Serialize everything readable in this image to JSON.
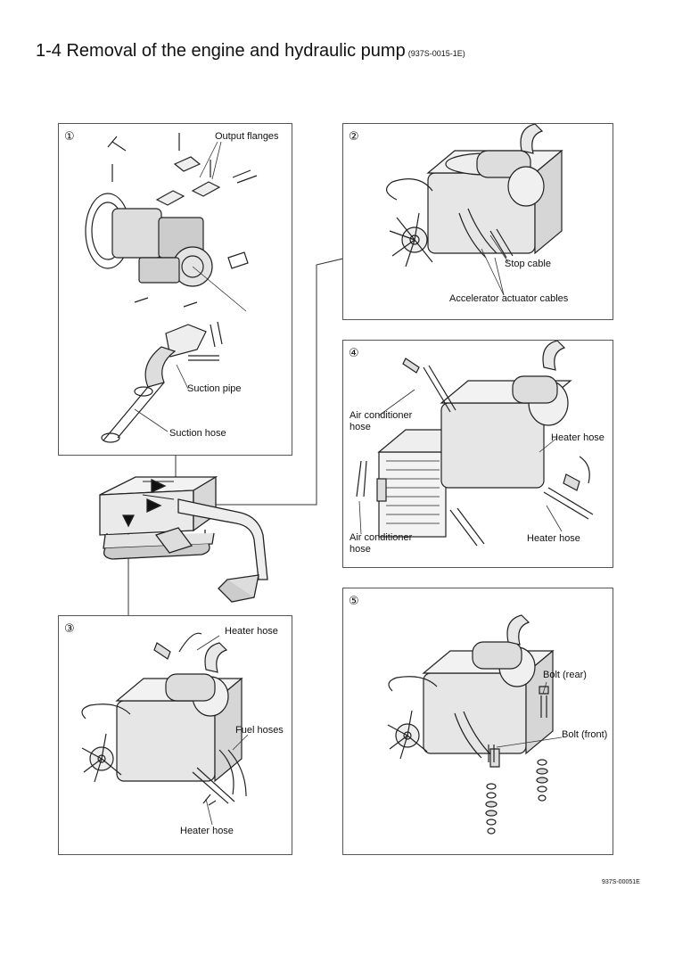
{
  "header": {
    "title": "1-4  Removal of the engine and hydraulic pump",
    "code": "(937S-0015-1E)"
  },
  "panels": [
    {
      "num": "①",
      "labels": [
        "Output flanges",
        "Suction pipe",
        "Suction hose"
      ]
    },
    {
      "num": "②",
      "labels": [
        "Stop cable",
        "Accelerator actuator cables"
      ]
    },
    {
      "num": "③",
      "labels": [
        "Heater hose",
        "Fuel hoses",
        "Heater hose"
      ]
    },
    {
      "num": "④",
      "labels": [
        "Air conditioner",
        "hose",
        "Heater hose",
        "Air conditioner",
        "hose",
        "Heater hose"
      ]
    },
    {
      "num": "⑤",
      "labels": [
        "Bolt (rear)",
        "Bolt (front)"
      ]
    }
  ],
  "footer": {
    "doc_number": "937S-00051E"
  }
}
